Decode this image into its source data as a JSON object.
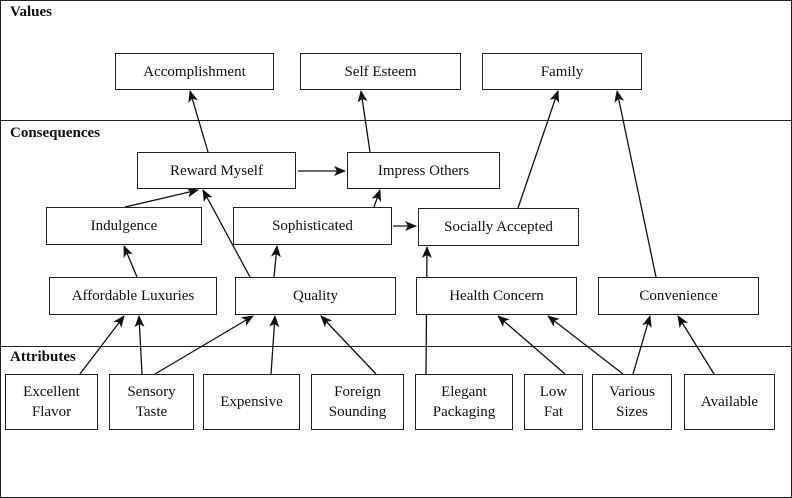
{
  "sections": {
    "values": "Values",
    "consequences": "Consequences",
    "attributes": "Attributes"
  },
  "nodes": {
    "accomplishment": "Accomplishment",
    "self_esteem": "Self Esteem",
    "family": "Family",
    "reward_myself": "Reward Myself",
    "impress_others": "Impress Others",
    "indulgence": "Indulgence",
    "sophisticated": "Sophisticated",
    "socially_accepted": "Socially Accepted",
    "affordable_luxuries": "Affordable Luxuries",
    "quality": "Quality",
    "health_concern": "Health Concern",
    "convenience": "Convenience",
    "excellent_flavor": "Excellent\nFlavor",
    "sensory_taste": "Sensory\nTaste",
    "expensive": "Expensive",
    "foreign_sounding": "Foreign\nSounding",
    "elegant_packaging": "Elegant\nPackaging",
    "low_fat": "Low\nFat",
    "various_sizes": "Various\nSizes",
    "available": "Available"
  },
  "links": [
    [
      "excellent_flavor",
      "affordable_luxuries"
    ],
    [
      "sensory_taste",
      "affordable_luxuries"
    ],
    [
      "sensory_taste",
      "quality"
    ],
    [
      "expensive",
      "quality"
    ],
    [
      "foreign_sounding",
      "quality"
    ],
    [
      "elegant_packaging",
      "socially_accepted"
    ],
    [
      "low_fat",
      "health_concern"
    ],
    [
      "various_sizes",
      "health_concern"
    ],
    [
      "various_sizes",
      "convenience"
    ],
    [
      "available",
      "convenience"
    ],
    [
      "affordable_luxuries",
      "indulgence"
    ],
    [
      "quality",
      "sophisticated"
    ],
    [
      "quality",
      "reward_myself"
    ],
    [
      "indulgence",
      "reward_myself"
    ],
    [
      "reward_myself",
      "impress_others"
    ],
    [
      "sophisticated",
      "socially_accepted"
    ],
    [
      "sophisticated",
      "impress_others"
    ],
    [
      "reward_myself",
      "accomplishment"
    ],
    [
      "impress_others",
      "self_esteem"
    ],
    [
      "socially_accepted",
      "family"
    ],
    [
      "convenience",
      "family"
    ]
  ]
}
